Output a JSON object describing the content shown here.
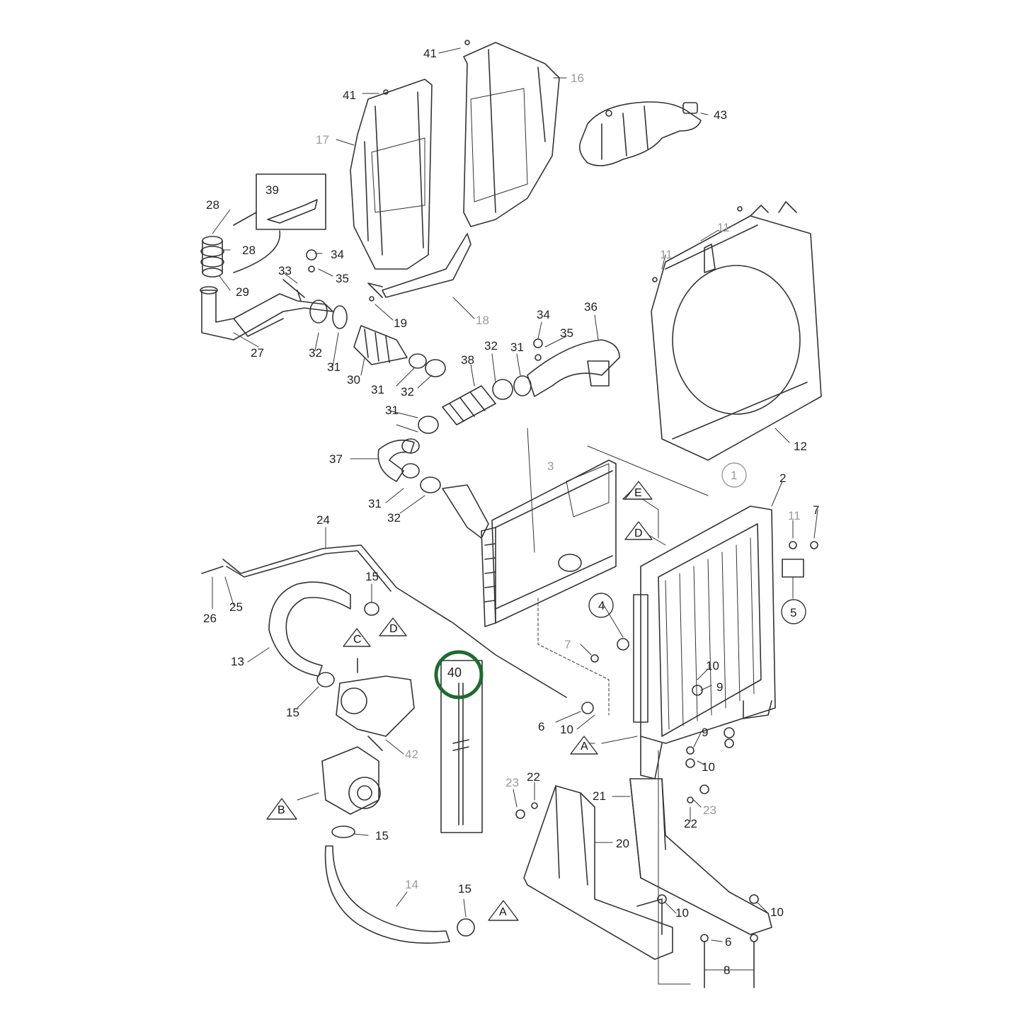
{
  "diagram": {
    "labels": {
      "p41a": "41",
      "p41b": "41",
      "p16": "16",
      "p43": "43",
      "p17": "17",
      "p39": "39",
      "p28a": "28",
      "p28b": "28",
      "p29": "29",
      "p34a": "34",
      "p35a": "35",
      "p33": "33",
      "p19": "19",
      "p18": "18",
      "p27": "27",
      "p32a": "32",
      "p31a": "31",
      "p30": "30",
      "p31b": "31",
      "p32b": "32",
      "p38": "38",
      "p32c": "32",
      "p31c": "31",
      "p34b": "34",
      "p35b": "35",
      "p36": "36",
      "p11a": "11",
      "p11b": "11",
      "p12": "12",
      "p1": "1",
      "p31d": "31",
      "p37": "37",
      "p3": "3",
      "p31e": "31",
      "p32d": "32",
      "p2": "2",
      "p24": "24",
      "p11c": "11",
      "p7a": "7",
      "p5": "5",
      "p26": "26",
      "p25": "25",
      "p15a": "15",
      "p13": "13",
      "p4": "4",
      "p7b": "7",
      "p10a": "10",
      "p9a": "9",
      "p40": "40",
      "p15b": "15",
      "p6a": "6",
      "p10b": "10",
      "p42": "42",
      "p9b": "9",
      "p10c": "10",
      "p23a": "23",
      "p22a": "22",
      "p21": "21",
      "p23b": "23",
      "p22b": "22",
      "p20": "20",
      "p15c": "15",
      "p14": "14",
      "p15d": "15",
      "p10d": "10",
      "p10e": "10",
      "p6b": "6",
      "p8": "8",
      "tE": "E",
      "tD1": "D",
      "tD2": "D",
      "tC": "C",
      "tA1": "A",
      "tB": "B",
      "tA2": "A"
    },
    "highlight": {
      "part": "40",
      "color": "#1e6b2e"
    }
  }
}
